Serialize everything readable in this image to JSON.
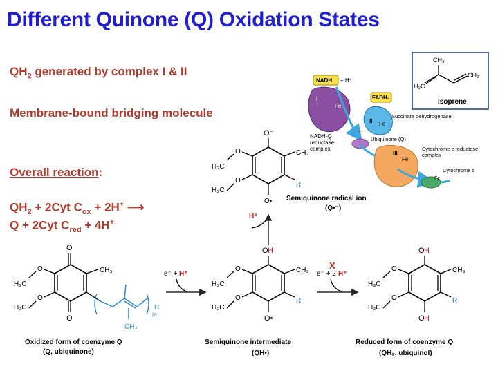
{
  "title": "Different Quinone (Q) Oxidation States",
  "bullets": {
    "qh2_prefix": "QH",
    "qh2_sub": "2",
    "qh2_suffix": " generated by complex I & II",
    "membrane": "Membrane-bound bridging molecule",
    "overall_label": "Overall reaction",
    "overall_colon": ":",
    "line1": {
      "a": "QH",
      "a_sub": "2",
      "b": " + 2Cyt C",
      "b_sub": "ox",
      "c": " + 2H",
      "c_sup": "+",
      "arrow": " ⟶"
    },
    "line2": {
      "a": "Q + 2Cyt C",
      "a_sub": "red",
      "b": " + 4H",
      "b_sup": "+"
    }
  },
  "isoprene": {
    "label": "Isoprene",
    "ch3": "CH₃",
    "ch2_left": "H₂C",
    "ch2_right": "CH₂"
  },
  "etc": {
    "nadh": "NADH",
    "h_plus": "+ H⁺",
    "fadh2": "FADH₂",
    "complex1_num": "I",
    "complex2_num": "II",
    "complex3_num": "III",
    "fe": "Fe",
    "e": "e⁻",
    "nadh_q_label": [
      "NADH-Q",
      "reductase",
      "complex"
    ],
    "succinate": "Succinate dehydrogenase",
    "ubiquinone": "Ubiquinone (Q)",
    "cytc_reductase": [
      "Cytochrome c reductase",
      "complex"
    ],
    "cytc": "Cytochrome c"
  },
  "structures": {
    "oxidized_caption": [
      "Oxidized form of coenzyme Q",
      "(Q, ubiquinone)"
    ],
    "semiquinone_caption": [
      "Semiquinone intermediate",
      "(QH•)"
    ],
    "reduced_caption": [
      "Reduced form of coenzyme Q",
      "(QH₂, ubiquinol)"
    ],
    "radical_caption": [
      "Semiquinone radical ion",
      "(Q•⁻)"
    ],
    "h3co": "H₃C",
    "o": "O",
    "ch3": "CH₃",
    "r": "R",
    "oh_o": "O",
    "oh_h": "H",
    "o_dot": "O•",
    "o_minus": "O⁻",
    "h_sub": "H",
    "h_subscript": "10",
    "step1_e": "e⁻ +",
    "step1_h": "H⁺",
    "step2_e": "e⁻ + 2",
    "step2_h": "H⁺",
    "up_h": "H⁺",
    "x_mark": "X"
  },
  "colors": {
    "title": "#1f1fcf",
    "text": "#b03a2e",
    "accent_red": "#d42020",
    "chain_blue": "#2a8ad4",
    "r_blue": "#2a6ac4"
  }
}
